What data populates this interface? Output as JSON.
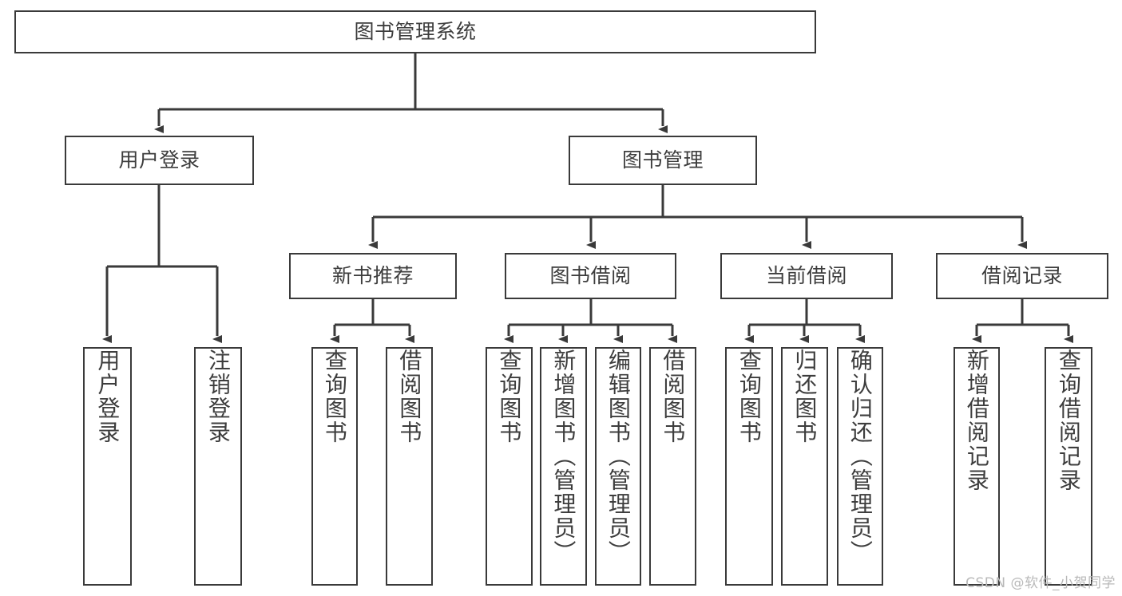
{
  "diagram": {
    "title": "图书管理系统",
    "type": "tree-hierarchy",
    "theme": {
      "background": "#ffffff",
      "box_border": "#3a3a3a",
      "box_fill": "#ffffff",
      "text": "#3d3d3d",
      "edge": "#3a3a3a",
      "watermark": "#b9b9b9"
    }
  },
  "root": {
    "label": "图书管理系统"
  },
  "level2": [
    {
      "label": "用户登录"
    },
    {
      "label": "图书管理"
    }
  ],
  "level3": [
    {
      "label": "新书推荐"
    },
    {
      "label": "图书借阅"
    },
    {
      "label": "当前借阅"
    },
    {
      "label": "借阅记录"
    }
  ],
  "leaves": {
    "user_login": [
      {
        "label": "用户登录"
      },
      {
        "label": "注销登录"
      }
    ],
    "new_book": [
      {
        "label": "查询图书"
      },
      {
        "label": "借阅图书"
      }
    ],
    "book_borrow": [
      {
        "label": "查询图书"
      },
      {
        "label": "新增图书（管理员）"
      },
      {
        "label": "编辑图书（管理员）"
      },
      {
        "label": "借阅图书"
      }
    ],
    "current_borrow": [
      {
        "label": "查询图书"
      },
      {
        "label": "归还图书"
      },
      {
        "label": "确认归还（管理员）"
      }
    ],
    "borrow_record": [
      {
        "label": "新增借阅记录"
      },
      {
        "label": "查询借阅记录"
      }
    ]
  },
  "watermark": {
    "text": "CSDN @软件_小贺同学"
  }
}
